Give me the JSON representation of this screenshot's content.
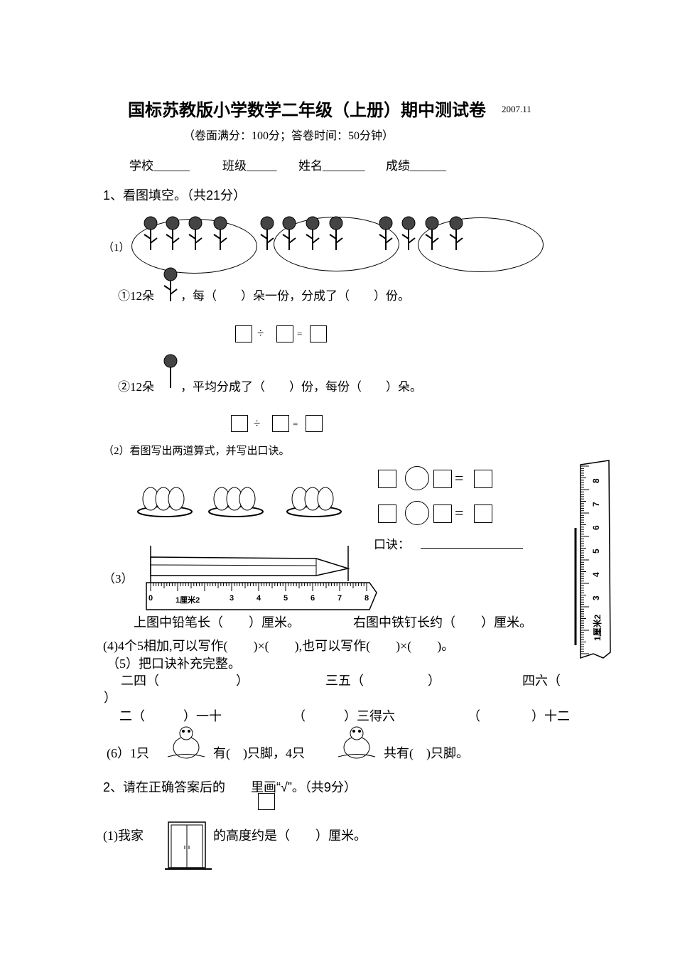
{
  "header": {
    "title": "国标苏教版小学数学二年级（上册）期中测试卷",
    "date": "2007.11",
    "subtitle": "（卷面满分：100分；答卷时间：50分钟）",
    "fields": [
      "学校______",
      "班级_____",
      "姓名_______",
      "成绩______"
    ]
  },
  "q1": {
    "heading": "1、看图填空。（共21分）",
    "p1_label": "（1）",
    "p1_a_prefix": "①12朵",
    "p1_a_suffix": "，每（　　）朵一份，分成了（　　）份。",
    "p1_b_prefix": "②12朵",
    "p1_b_suffix": "，平均分成了（　　）份，每份（　　）朵。",
    "div_sign": "÷",
    "eq_sign": "=",
    "p2_label": "（2）看图写出两道算式，并写出口诀。",
    "koujue": "口诀：",
    "p3_label": "（3）",
    "p3_pencil": "上图中铅笔长（　　）厘米。",
    "p3_nail": "右图中铁钉长约（　　）厘米。",
    "ruler_h_ticks": [
      "0",
      "1厘米2",
      "3",
      "4",
      "5",
      "6",
      "7",
      "8"
    ],
    "ruler_v_ticks": [
      "1厘米2",
      "3",
      "4",
      "5",
      "6",
      "7",
      "8"
    ],
    "p4": "(4)4个5相加,可以写作(　　)×(　　),也可以写作(　　)×(　　)。",
    "p5_label": "（5）把口诀补充完整。",
    "p5_row1": [
      "二四（　　　　　　）",
      "三五（　　　　　）",
      "四六（"
    ],
    "p5_row1_cont": "）",
    "p5_row2": [
      "二（　　　）一十",
      "（　　　）三得六",
      "（　　　　）十二"
    ],
    "p6_a": "(6）1只",
    "p6_b": "有(　)只脚，4只",
    "p6_c": "共有(　)只脚。"
  },
  "q2": {
    "heading": "2、请在正确答案后的　　里画“√”。（共9分）",
    "p1_prefix": "(1)我家",
    "p1_suffix": "的高度约是（　　）厘米。"
  }
}
